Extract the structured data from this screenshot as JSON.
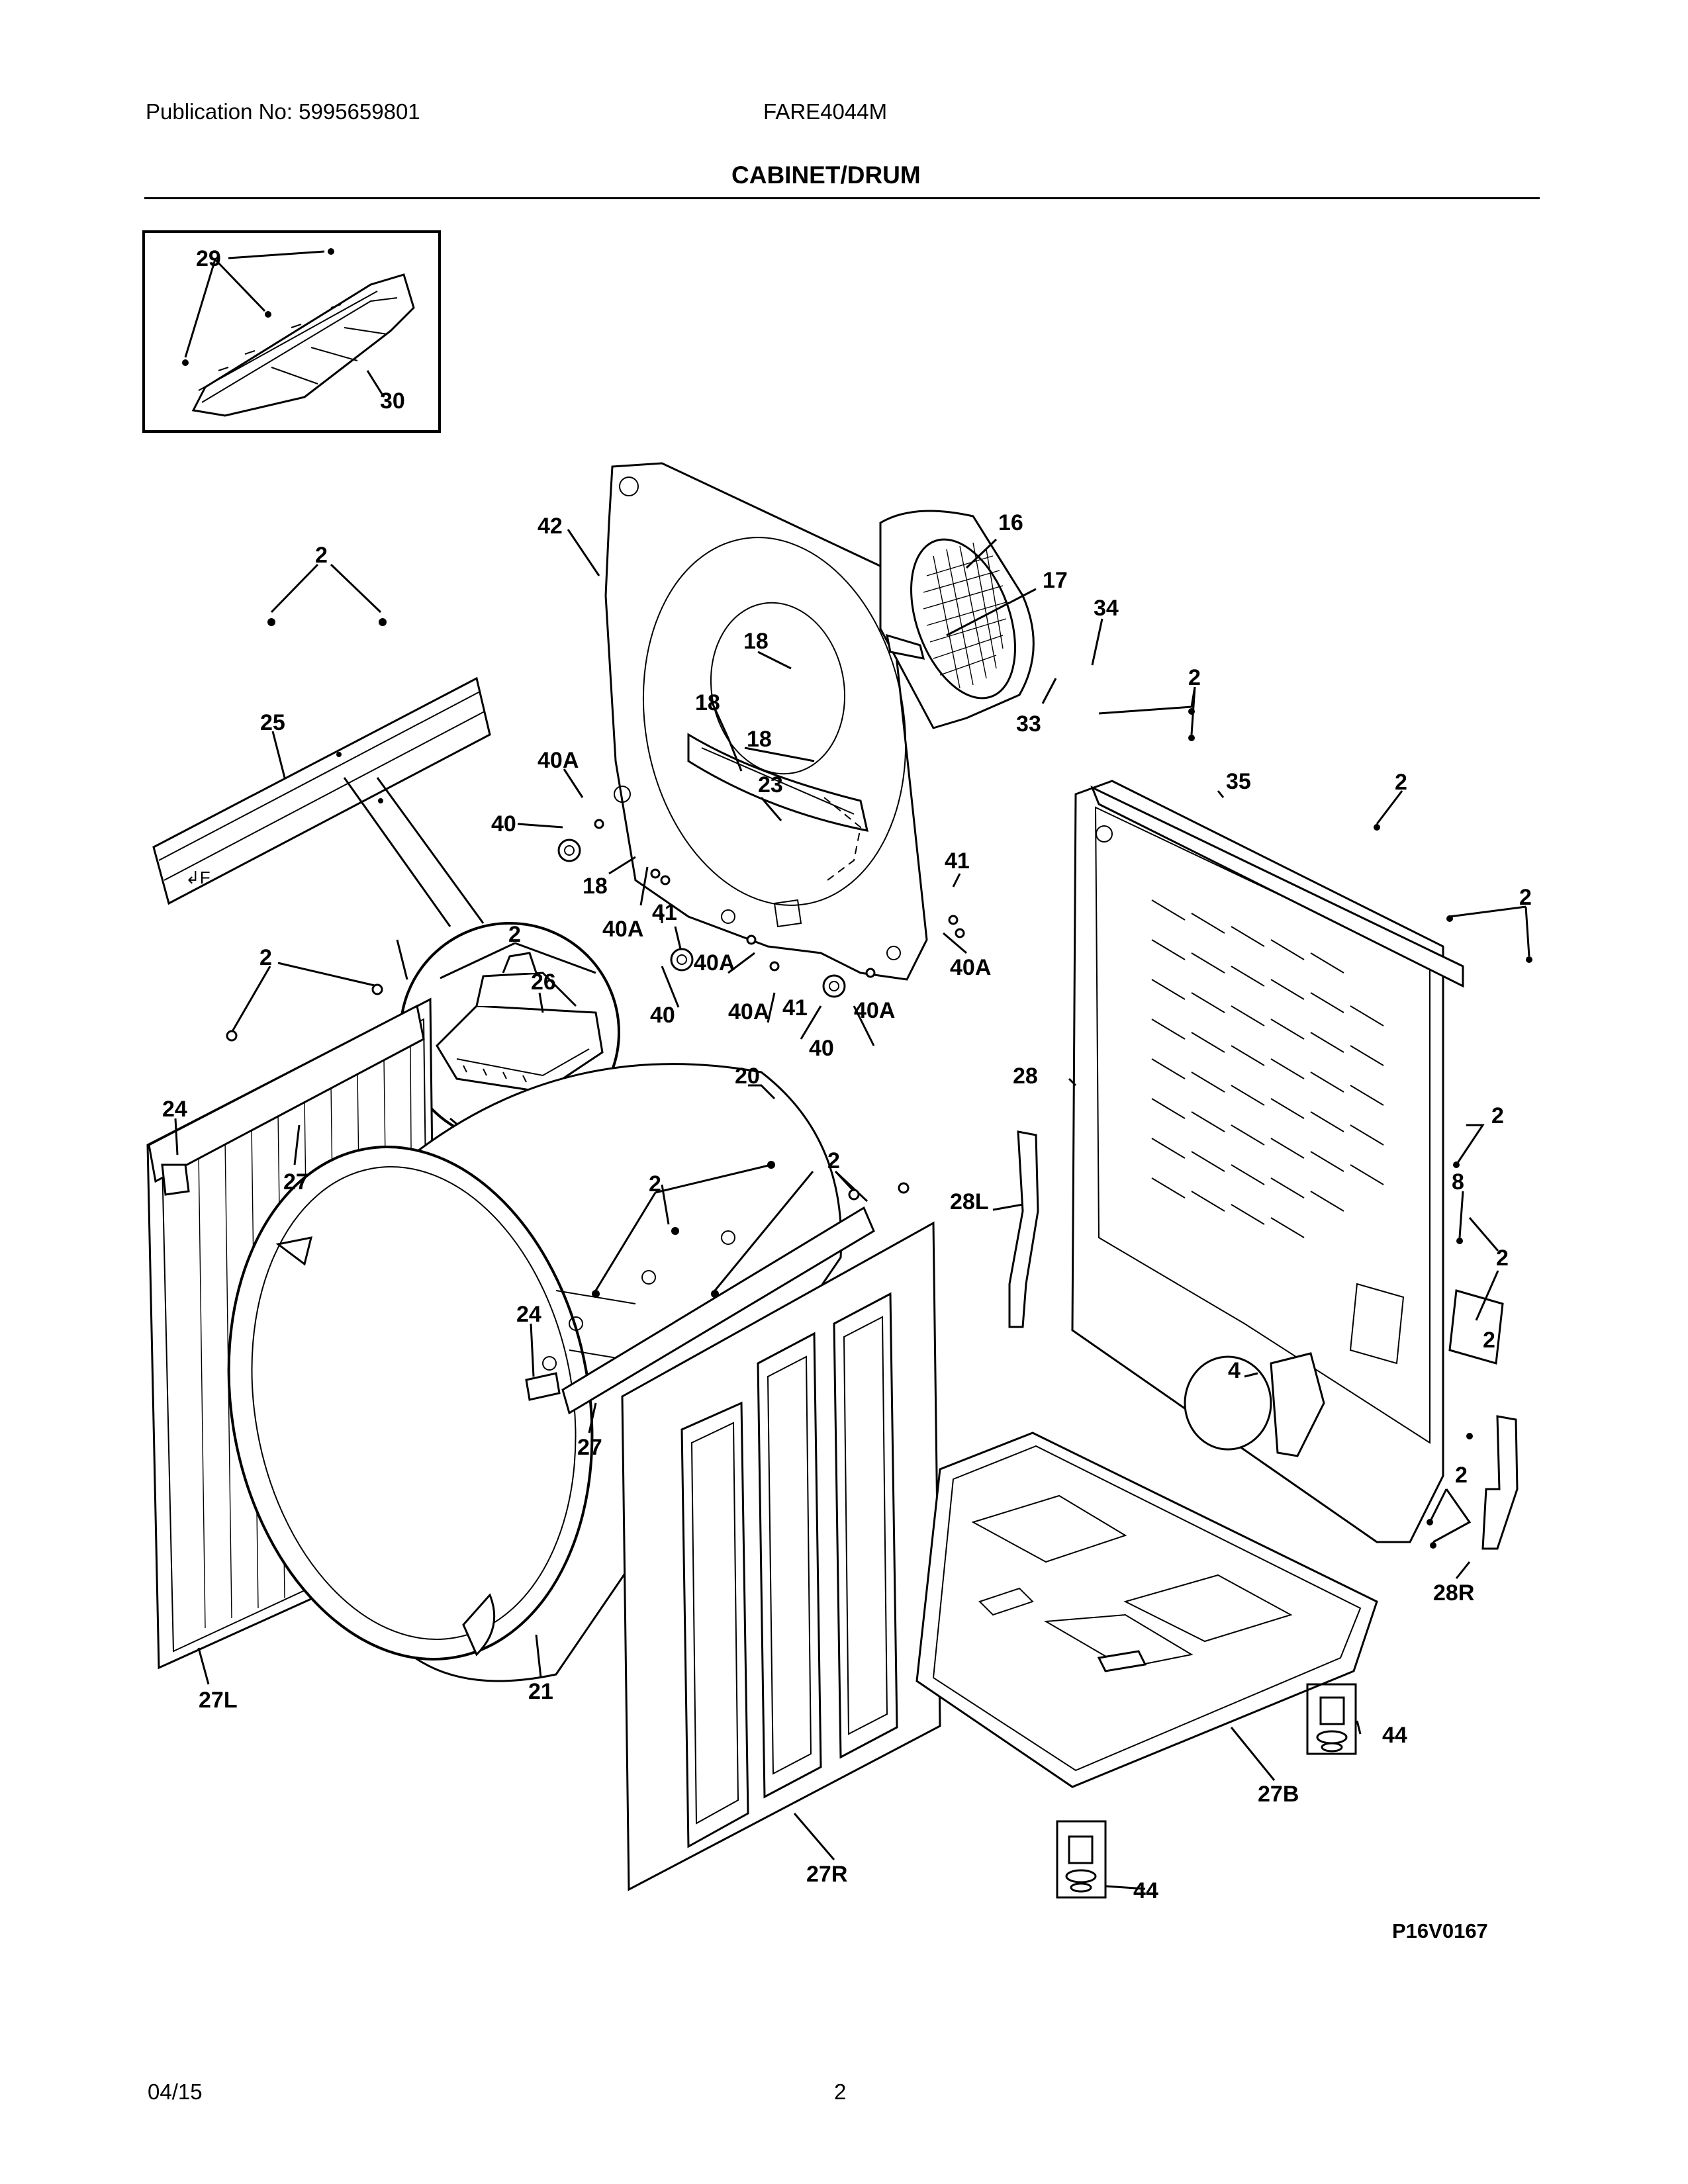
{
  "header": {
    "publication": "Publication No: 5995659801",
    "model": "FARE4044M",
    "section_title": "CABINET/DRUM"
  },
  "footer": {
    "date": "04/15",
    "page": "2"
  },
  "diagram_code": "P16V0167",
  "callouts": {
    "c29": "29",
    "c30": "30",
    "c42": "42",
    "c16": "16",
    "c17": "17",
    "c34": "34",
    "c33": "33",
    "c2a": "2",
    "c25": "25",
    "c18a": "18",
    "c18b": "18",
    "c18c": "18",
    "c18d": "18",
    "c23": "23",
    "c40Aa": "40A",
    "c40a": "40",
    "c40Ab": "40A",
    "c41a": "41",
    "c41b": "41",
    "c40Ac": "40A",
    "c40Ad": "40A",
    "c40b": "40",
    "c40Ae": "40A",
    "c41c": "41",
    "c40Af": "40A",
    "c40c": "40",
    "c2b": "2",
    "c35": "35",
    "c2c": "2",
    "c2d": "2",
    "c2e": "2",
    "c2f": "2",
    "c26": "26",
    "c24a": "24",
    "c27a": "27",
    "c20": "20",
    "c28": "28",
    "c2g": "2",
    "c8": "8",
    "c2h": "2",
    "c2i": "2",
    "c28L": "28L",
    "c2j": "2",
    "c2k": "2",
    "c24b": "24",
    "c27b": "27",
    "c4": "4",
    "c2l": "2",
    "c28R": "28R",
    "c27L": "27L",
    "c21": "21",
    "c27R": "27R",
    "c27B": "27B",
    "c44a": "44",
    "c44b": "44"
  }
}
